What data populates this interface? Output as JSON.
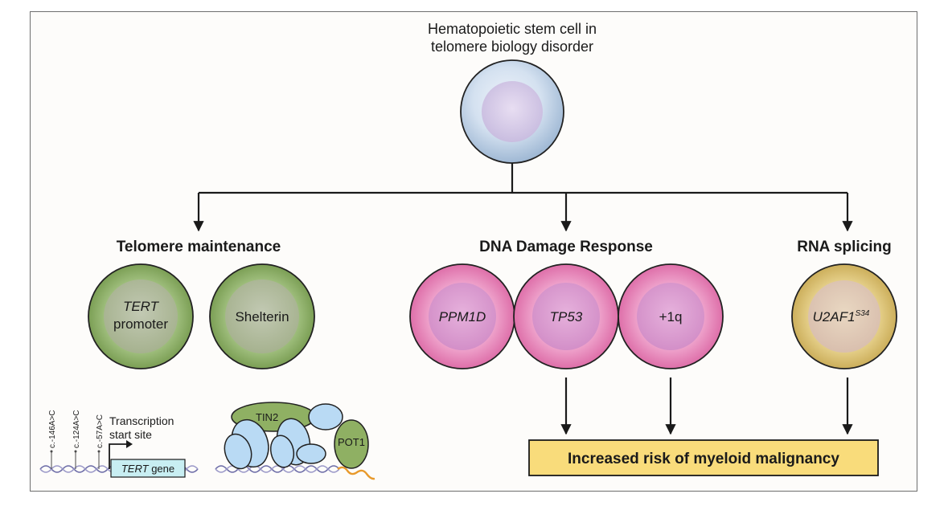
{
  "title": {
    "line1": "Hematopoietic stem cell in",
    "line2": "telomere biology disorder"
  },
  "categories": {
    "telomere": "Telomere maintenance",
    "ddr": "DNA Damage Response",
    "splicing": "RNA splicing"
  },
  "cells": {
    "tert_promoter": {
      "italic": "TERT",
      "normal": "promoter"
    },
    "shelterin": "Shelterin",
    "ppm1d": "PPM1D",
    "tp53": "TP53",
    "gain_1q": "+1q",
    "u2af1": {
      "gene": "U2AF1",
      "sup": "S34"
    }
  },
  "outcome": "Increased risk of myeloid malignancy",
  "tert_diagram": {
    "variants": [
      "c.-146A>C",
      "c.-124A>C",
      "c.-57A>C"
    ],
    "tss_line1": "Transcription",
    "tss_line2": "start site",
    "gene_italic": "TERT",
    "gene_normal": " gene"
  },
  "shelterin_diagram": {
    "tin2": "TIN2",
    "pot1": "POT1"
  },
  "colors": {
    "hsc": "#c9d8ea",
    "telomere_cells": "#8fb063",
    "ddr_cells": "#e58fbd",
    "splicing_cell": "#d7bf6a",
    "outcome_box": "#f9dc7b",
    "protein_blue": "#b9daf4",
    "protein_green": "#8fb063",
    "overhang": "#e89a2c"
  }
}
